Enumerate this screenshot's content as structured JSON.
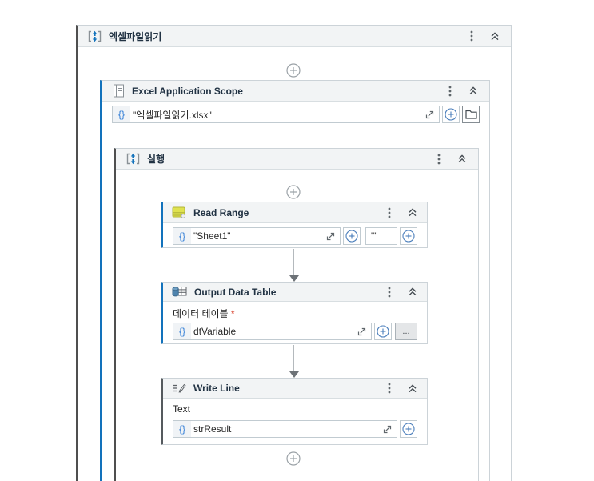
{
  "colors": {
    "accent_blue": "#1272bc",
    "dark_left_border": "#4f4f4f",
    "light_border": "#ccd3d8",
    "header_bg": "#f2f4f5",
    "title_text": "#213243",
    "brace_blue": "#2f7cd6",
    "add_circle_gray": "#9aa1a6",
    "add_circle_blue": "#4a7ebb",
    "required_red": "#d9432f",
    "connector_gray": "#6d7277"
  },
  "icons": {
    "sequence": "bracketed up/down blue arrows",
    "workbook": "gray notebook with lines",
    "read_range": "yellow-green spreadsheet grid",
    "output_data_table": "blue database cylinder with table grid",
    "write_line": "pencil writing lines",
    "kebab": "vertical three dots",
    "collapse": "double chevron up",
    "add": "circled plus",
    "expand": "open-expression diagonal arrow",
    "folder": "folder outline",
    "ellipsis": "..."
  },
  "outer_sequence": {
    "title": "엑셀파일읽기"
  },
  "excel_scope": {
    "title": "Excel Application Scope",
    "brace": "{}",
    "file_expression": "\"엑셀파일읽기.xlsx\""
  },
  "inner_sequence": {
    "title": "실행"
  },
  "read_range": {
    "title": "Read Range",
    "brace": "{}",
    "sheet_expression": "\"Sheet1\"",
    "range_expression": "\"\""
  },
  "output_data_table": {
    "title": "Output Data Table",
    "field_label": "데이터 테이블",
    "required_mark": "*",
    "brace": "{}",
    "variable": "dtVariable",
    "ellipsis": "..."
  },
  "write_line": {
    "title": "Write Line",
    "field_label": "Text",
    "brace": "{}",
    "expression": "strResult"
  }
}
